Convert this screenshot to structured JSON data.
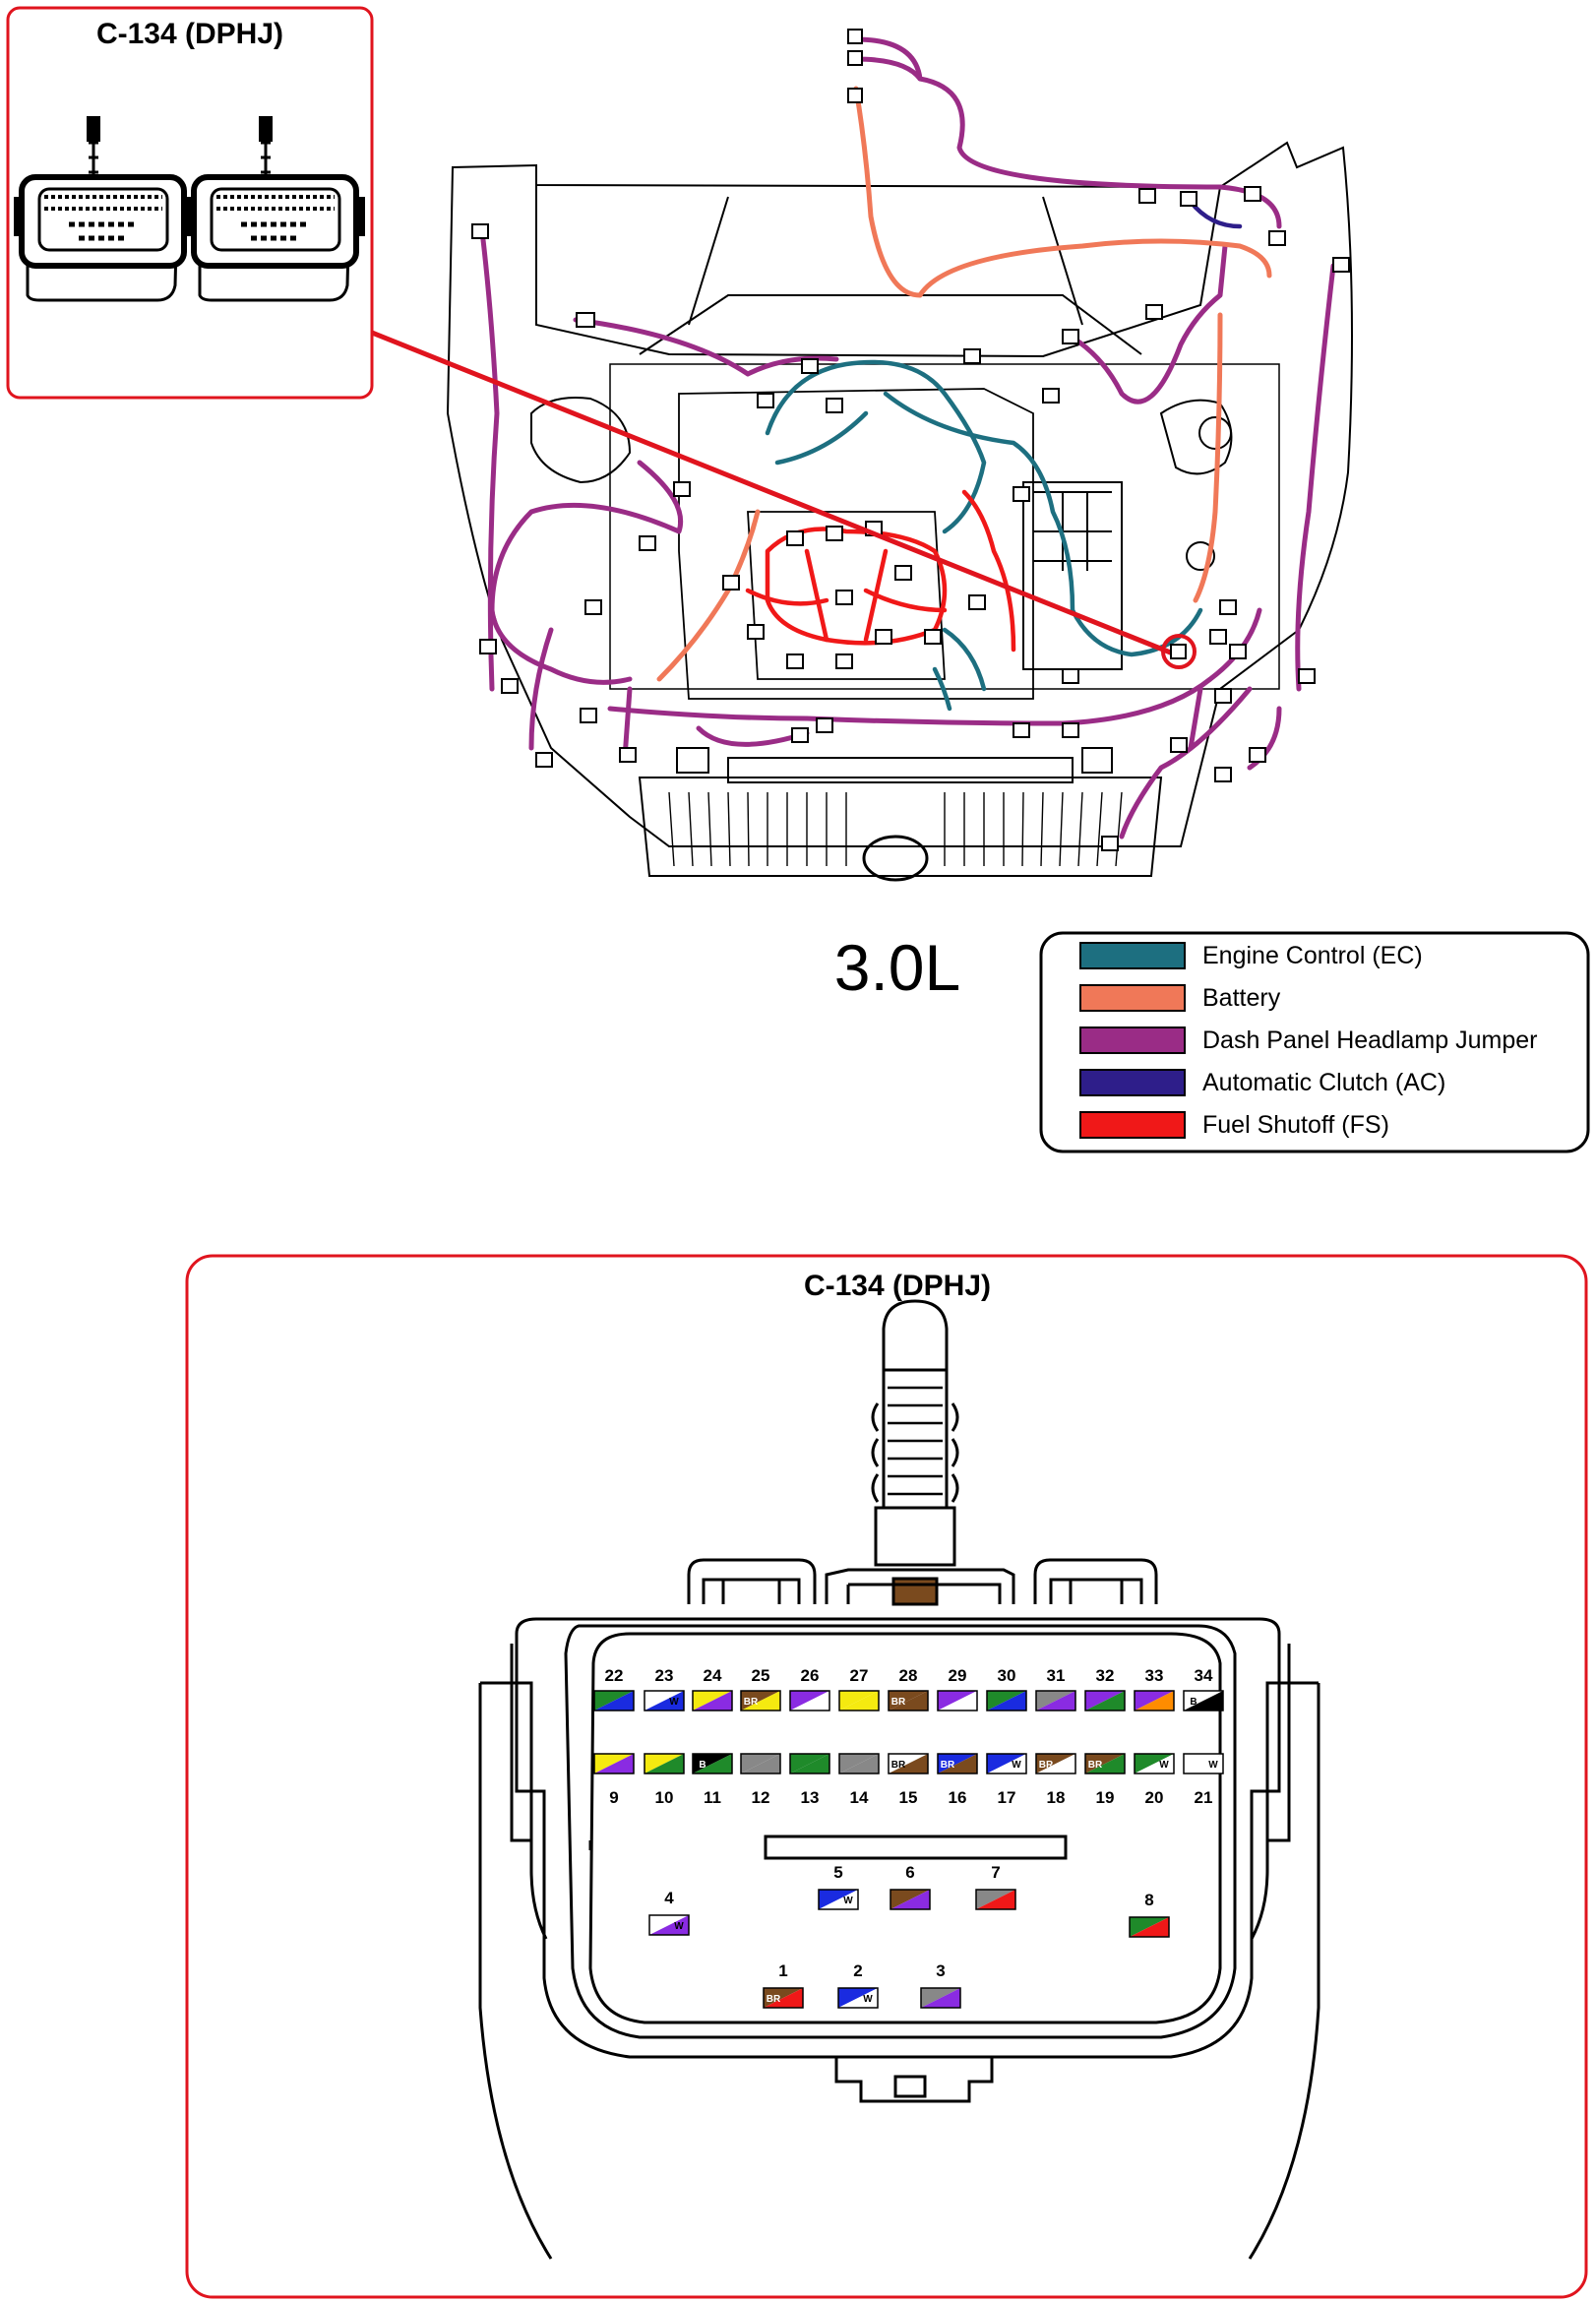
{
  "inset": {
    "title": "C-134 (DPHJ)"
  },
  "engine_label": "3.0L",
  "legend": [
    {
      "label": "Engine Control   (EC)",
      "color": "#1d6f80"
    },
    {
      "label": "Battery",
      "color": "#f07858"
    },
    {
      "label": "Dash Panel Headlamp Jumper",
      "color": "#9a2c86"
    },
    {
      "label": "Automatic Clutch   (AC)",
      "color": "#2e1e8a"
    },
    {
      "label": "Fuel Shutoff   (FS)",
      "color": "#f01818"
    }
  ],
  "connector": {
    "title": "C-134 (DPHJ)",
    "pins": [
      {
        "num": "22",
        "c1": "#1f8a2a",
        "c2": "#1a2be0",
        "tag": ""
      },
      {
        "num": "23",
        "c1": "#ffffff",
        "c2": "#1a2be0",
        "tag": "W"
      },
      {
        "num": "24",
        "c1": "#f5ea10",
        "c2": "#8a2be2",
        "tag": ""
      },
      {
        "num": "25",
        "c1": "#7a4a1e",
        "c2": "#f5ea10",
        "tag": "BR"
      },
      {
        "num": "26",
        "c1": "#8a2be2",
        "c2": "#ffffff",
        "tag": ""
      },
      {
        "num": "27",
        "c1": "#f5ea10",
        "c2": "#f5ea10",
        "tag": ""
      },
      {
        "num": "28",
        "c1": "#7a4a1e",
        "c2": "#7a4a1e",
        "tag": "BR"
      },
      {
        "num": "29",
        "c1": "#8a2be2",
        "c2": "#ffffff",
        "tag": ""
      },
      {
        "num": "30",
        "c1": "#1f8a2a",
        "c2": "#1a2be0",
        "tag": ""
      },
      {
        "num": "31",
        "c1": "#888888",
        "c2": "#8a2be2",
        "tag": ""
      },
      {
        "num": "32",
        "c1": "#8a2be2",
        "c2": "#1f8a2a",
        "tag": ""
      },
      {
        "num": "33",
        "c1": "#8a2be2",
        "c2": "#ff8c00",
        "tag": ""
      },
      {
        "num": "34",
        "c1": "#ffffff",
        "c2": "#000000",
        "tag": "B"
      },
      {
        "num": "9",
        "c1": "#f5ea10",
        "c2": "#8a2be2",
        "tag": ""
      },
      {
        "num": "10",
        "c1": "#f5ea10",
        "c2": "#1f8a2a",
        "tag": ""
      },
      {
        "num": "11",
        "c1": "#000000",
        "c2": "#1f8a2a",
        "tag": "B"
      },
      {
        "num": "12",
        "c1": "#888888",
        "c2": "#888888",
        "tag": ""
      },
      {
        "num": "13",
        "c1": "#1f8a2a",
        "c2": "#1f8a2a",
        "tag": ""
      },
      {
        "num": "14",
        "c1": "#888888",
        "c2": "#888888",
        "tag": ""
      },
      {
        "num": "15",
        "c1": "#ffffff",
        "c2": "#7a4a1e",
        "tag": "BR"
      },
      {
        "num": "16",
        "c1": "#1a2be0",
        "c2": "#7a4a1e",
        "tag": "BR"
      },
      {
        "num": "17",
        "c1": "#1a2be0",
        "c2": "#ffffff",
        "tag": "W"
      },
      {
        "num": "18",
        "c1": "#7a4a1e",
        "c2": "#ffffff",
        "tag": "BR"
      },
      {
        "num": "19",
        "c1": "#7a4a1e",
        "c2": "#1f8a2a",
        "tag": "BR"
      },
      {
        "num": "20",
        "c1": "#1f8a2a",
        "c2": "#ffffff",
        "tag": "W"
      },
      {
        "num": "21",
        "c1": "#ffffff",
        "c2": "#ffffff",
        "tag": "W"
      },
      {
        "num": "4",
        "c1": "#ffffff",
        "c2": "#8a2be2",
        "tag": "W"
      },
      {
        "num": "5",
        "c1": "#1a2be0",
        "c2": "#ffffff",
        "tag": "W"
      },
      {
        "num": "6",
        "c1": "#7a4a1e",
        "c2": "#8a2be2",
        "tag": ""
      },
      {
        "num": "7",
        "c1": "#888888",
        "c2": "#f01818",
        "tag": ""
      },
      {
        "num": "8",
        "c1": "#1f8a2a",
        "c2": "#f01818",
        "tag": ""
      },
      {
        "num": "1",
        "c1": "#7a4a1e",
        "c2": "#f01818",
        "tag": "BR"
      },
      {
        "num": "2",
        "c1": "#1a2be0",
        "c2": "#ffffff",
        "tag": "W"
      },
      {
        "num": "3",
        "c1": "#888888",
        "c2": "#8a2be2",
        "tag": ""
      }
    ]
  }
}
